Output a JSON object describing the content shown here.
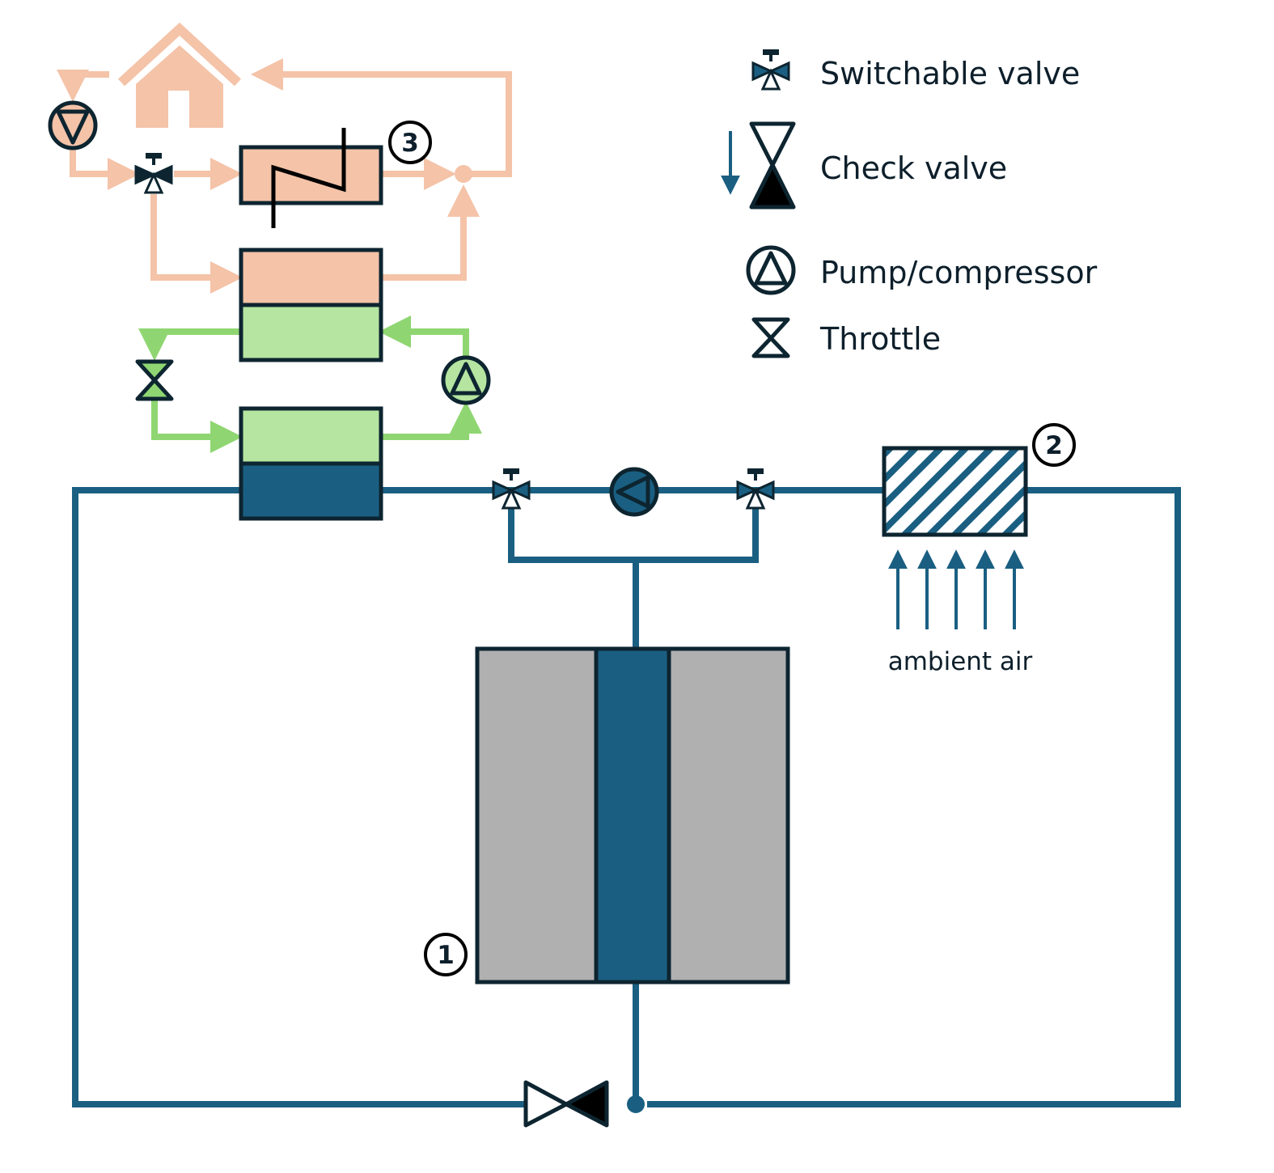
{
  "legend": {
    "switchable_valve": "Switchable valve",
    "check_valve": "Check valve",
    "pump_compressor": "Pump/compressor",
    "throttle": "Throttle"
  },
  "labels": {
    "ambient_air": "ambient air",
    "marker_1": "1",
    "marker_2": "2",
    "marker_3": "3"
  },
  "colors": {
    "sorption_loop": "#1a5f82",
    "heat_pump_loop": "#8fd672",
    "heating_loop": "#f4c3a8",
    "outline": "#0d2530",
    "storage_gray": "#b0b0b0"
  }
}
